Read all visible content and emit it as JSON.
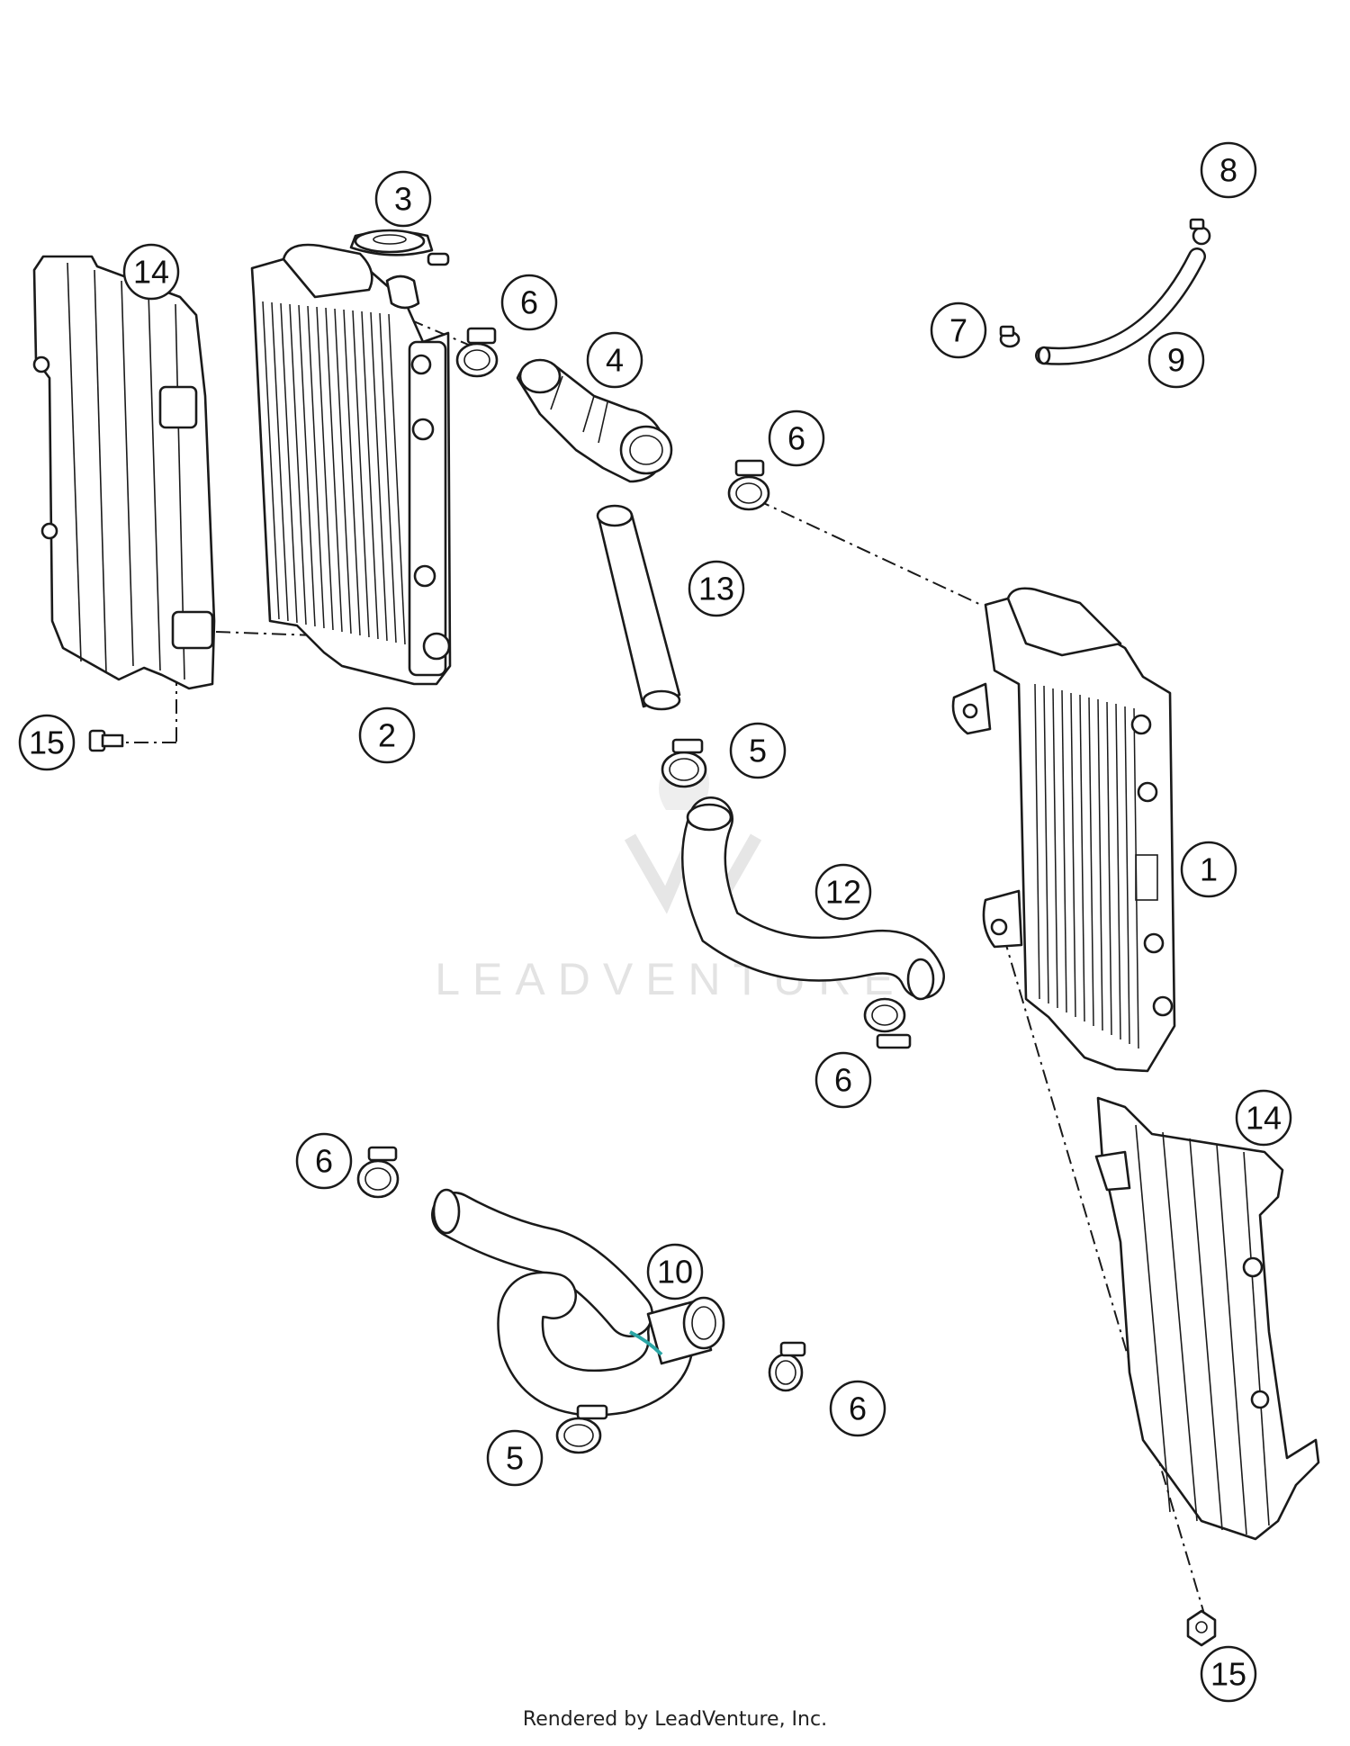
{
  "diagram": {
    "callouts": [
      {
        "id": "c14a",
        "label": "14"
      },
      {
        "id": "c3",
        "label": "3"
      },
      {
        "id": "c6a",
        "label": "6"
      },
      {
        "id": "c4",
        "label": "4"
      },
      {
        "id": "c8",
        "label": "8"
      },
      {
        "id": "c7",
        "label": "7"
      },
      {
        "id": "c9",
        "label": "9"
      },
      {
        "id": "c6b",
        "label": "6"
      },
      {
        "id": "c13",
        "label": "13"
      },
      {
        "id": "c15a",
        "label": "15"
      },
      {
        "id": "c2",
        "label": "2"
      },
      {
        "id": "c5a",
        "label": "5"
      },
      {
        "id": "c1",
        "label": "1"
      },
      {
        "id": "c12",
        "label": "12"
      },
      {
        "id": "c6c",
        "label": "6"
      },
      {
        "id": "c14b",
        "label": "14"
      },
      {
        "id": "c6d",
        "label": "6"
      },
      {
        "id": "c10",
        "label": "10"
      },
      {
        "id": "c6e",
        "label": "6"
      },
      {
        "id": "c5b",
        "label": "5"
      },
      {
        "id": "c15b",
        "label": "15"
      }
    ]
  },
  "watermark": {
    "text": "LEADVENTURE",
    "color": "#e3e3e3"
  },
  "footer": {
    "text": "Rendered by LeadVenture, Inc."
  },
  "colors": {
    "line": "#1a1a1a",
    "background": "#ffffff",
    "accent": "#2aa6a6"
  }
}
